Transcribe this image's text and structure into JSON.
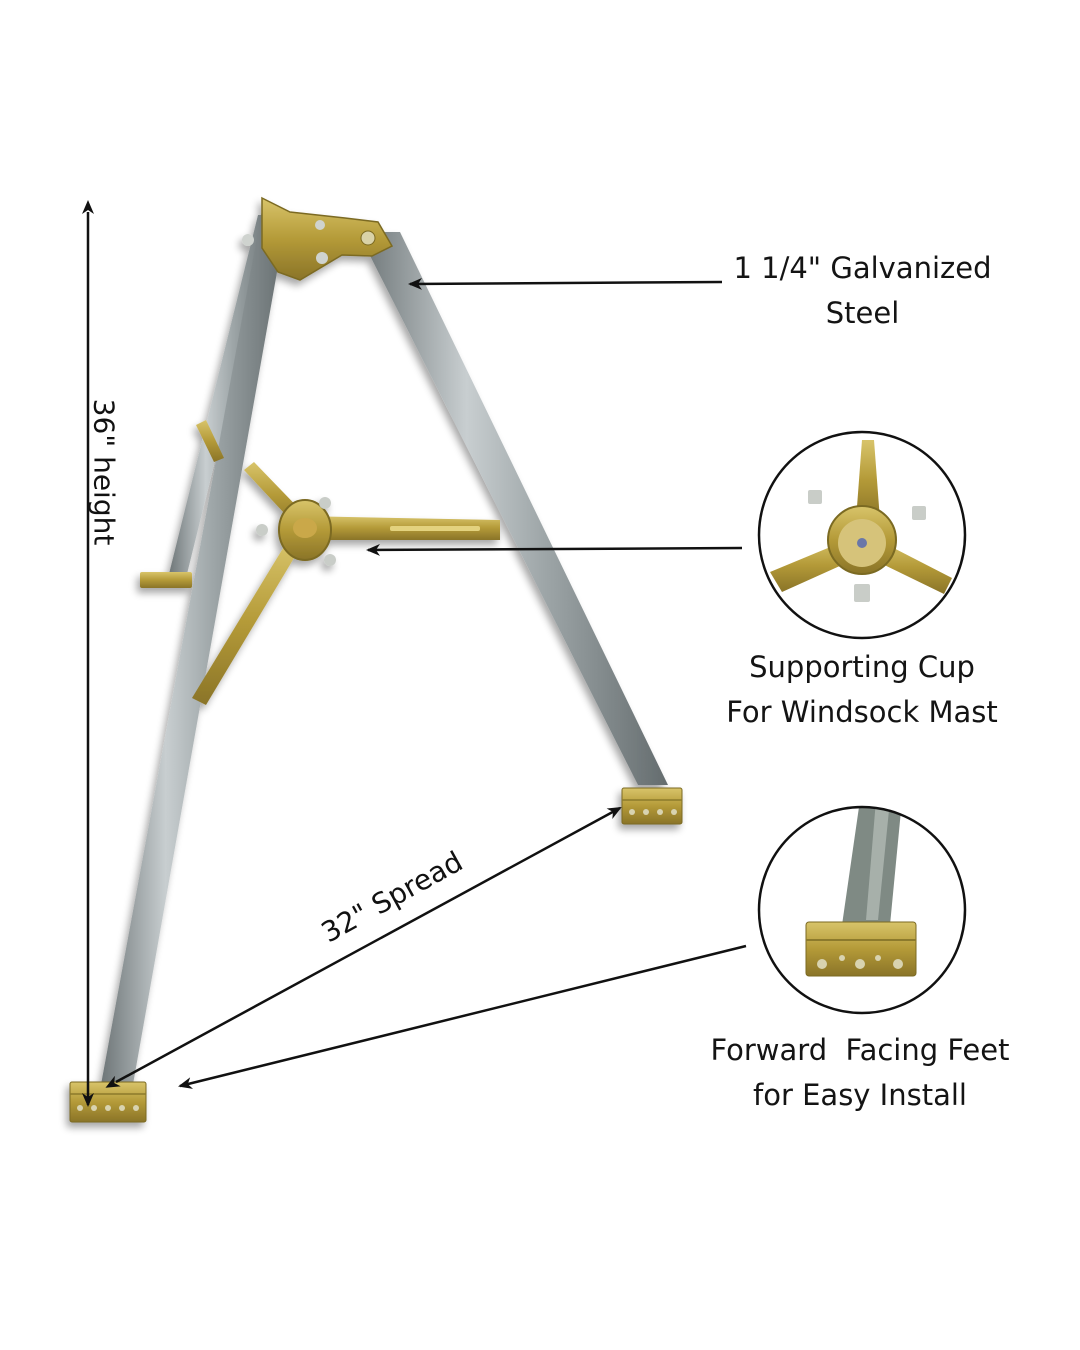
{
  "diagram": {
    "subject": "Galvanized steel tripod mount for windsock mast",
    "colors": {
      "background": "#ffffff",
      "steel": "#9aa2a4",
      "steel_dark": "#6e7679",
      "brass_hardware": "#b59a3a",
      "arrow": "#111111"
    },
    "dimensions": {
      "height_label": "36\" height",
      "spread_label": "32\" Spread"
    },
    "callouts": [
      {
        "id": "steel",
        "lines": [
          "1 1/4\" Galvanized",
          "Steel"
        ],
        "points_to": "upper right leg"
      },
      {
        "id": "cup",
        "lines": [
          "Supporting Cup",
          "For Windsock Mast"
        ],
        "points_to": "center supporting cup",
        "inset": "supporting-cup-closeup"
      },
      {
        "id": "feet",
        "lines": [
          "Forward  Facing Feet",
          "for Easy Install"
        ],
        "points_to": "front foot bracket",
        "inset": "foot-bracket-closeup"
      }
    ]
  }
}
